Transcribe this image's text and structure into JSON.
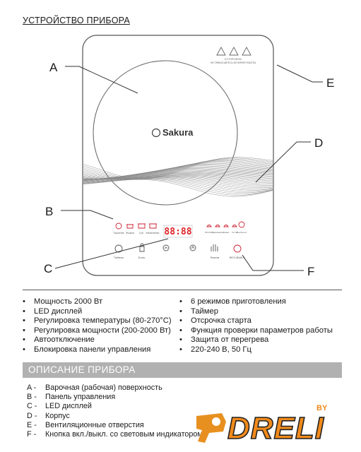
{
  "header": {
    "title": "УСТРОЙСТВО ПРИБОРА"
  },
  "device": {
    "brand": "Sakura",
    "warning_line_1": "ОСТОРОЖНО",
    "warning_line_2": "НЕ ПРИКАСАЙТЕСЬ ВО ВРЕМЯ РАБОТЫ",
    "display": "88:88",
    "mode_labels": [
      "Тушение",
      "Жарка",
      "Суп",
      "Кипячение"
    ],
    "right_mode_labels": [
      "Молоко",
      "Пароварка",
      "Каша",
      "Соте",
      "Выпечка"
    ],
    "button_labels": {
      "timer": "Таймер",
      "lock": "Блок.",
      "mode": "Режим",
      "power": "ВКЛ./ВЫКЛ."
    }
  },
  "callouts": {
    "a": "A",
    "b": "B",
    "c": "C",
    "d": "D",
    "e": "E",
    "f": "F"
  },
  "features_left": [
    "Мощность 2000 Вт",
    "LED дисплей",
    "Регулировка температуры (80-270°C)",
    "Регулировка мощности (200-2000 Вт)",
    "Автоотключение",
    "Блокировка панели управления"
  ],
  "features_right": [
    "6 режимов приготовления",
    "Таймер",
    "Отсрочка старта",
    "Функция проверки параметров работы",
    "Защита от перегрева",
    "220-240 В, 50 Гц"
  ],
  "section": {
    "title": "ОПИСАНИЕ ПРИБОРА"
  },
  "description": [
    {
      "key": "A -",
      "text": "Варочная (рабочая) поверхность"
    },
    {
      "key": "B -",
      "text": "Панель управления"
    },
    {
      "key": "C -",
      "text": "LED дисплей"
    },
    {
      "key": "D -",
      "text": "Корпус"
    },
    {
      "key": "E -",
      "text": "Вентиляционные отверстия"
    },
    {
      "key": "F -",
      "text": "Кнопка вкл./выкл. со световым индикатором"
    }
  ],
  "logo": {
    "text": "DRELI",
    "by": "BY"
  },
  "colors": {
    "display_red": "#e0262a",
    "logo_orange": "#f08a1c",
    "section_gray": "#b1b1b1"
  }
}
